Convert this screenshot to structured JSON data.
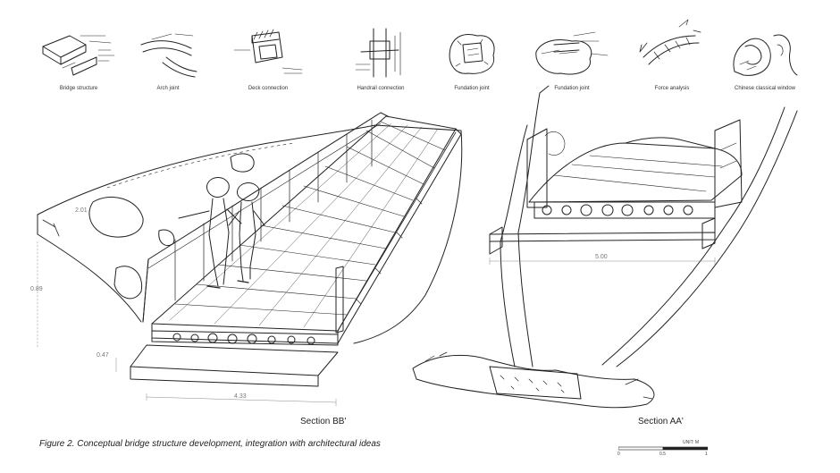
{
  "sketches": [
    {
      "label": "Bridge structure"
    },
    {
      "label": "Arch joint"
    },
    {
      "label": "Deck connection"
    },
    {
      "label": "Handrail connection"
    },
    {
      "label": "Fundation joint"
    },
    {
      "label": "Fundation joint"
    },
    {
      "label": "Force analysis"
    },
    {
      "label": "Chinese classical window"
    }
  ],
  "sections": {
    "bb": {
      "label": "Section BB'"
    },
    "aa": {
      "label": "Section AA'"
    }
  },
  "dimensions": {
    "bb_height": "0.89",
    "bb_deck": "0.47",
    "bb_width": "4.33",
    "bb_top": "2.01",
    "aa_width": "5.00"
  },
  "caption": "Figure 2. Conceptual bridge structure development, integration with architectural ideas",
  "scale": {
    "unit": "UNIT: M",
    "ticks": [
      "0",
      "0.5",
      "1"
    ]
  }
}
